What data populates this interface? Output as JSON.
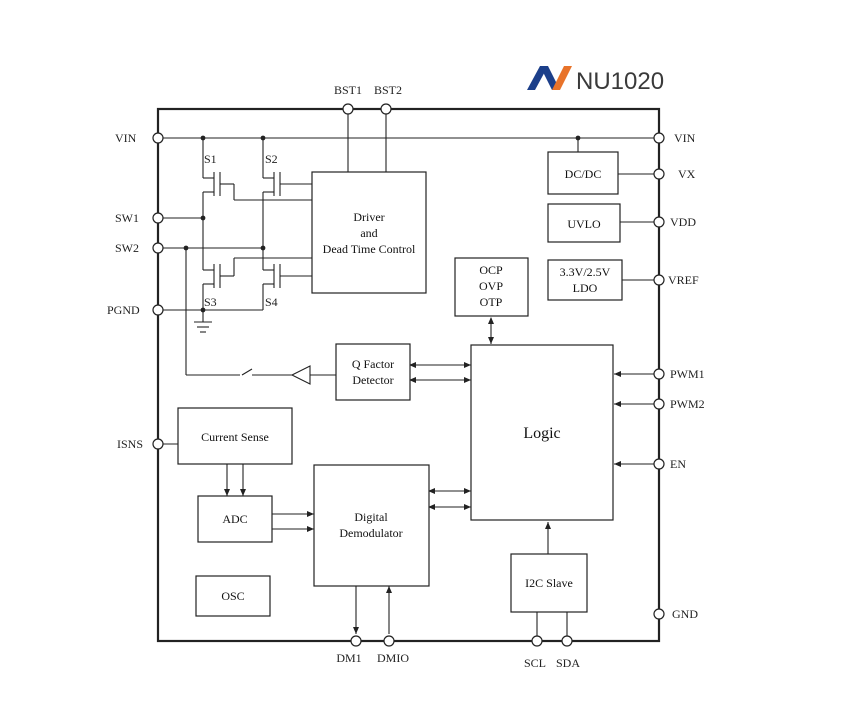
{
  "brand": {
    "chip_name": "NU1020",
    "logo_colors": [
      "#1c3f8a",
      "#e8732a"
    ]
  },
  "pins": {
    "vin_left": "VIN",
    "vin_right": "VIN",
    "vx": "VX",
    "vdd": "VDD",
    "vref": "VREF",
    "pwm1": "PWM1",
    "pwm2": "PWM2",
    "en": "EN",
    "gnd": "GND",
    "sw1": "SW1",
    "sw2": "SW2",
    "pgnd": "PGND",
    "isns": "ISNS",
    "bst1": "BST1",
    "bst2": "BST2",
    "dm1": "DM1",
    "dmio": "DMIO",
    "scl": "SCL",
    "sda": "SDA"
  },
  "switches": {
    "s1": "S1",
    "s2": "S2",
    "s3": "S3",
    "s4": "S4"
  },
  "blocks": {
    "driver": [
      "Driver",
      "and",
      "Dead Time Control"
    ],
    "dcdc": "DC/DC",
    "uvlo": "UVLO",
    "ldo": [
      "3.3V/2.5V",
      "LDO"
    ],
    "protection": [
      "OCP",
      "OVP",
      "OTP"
    ],
    "q_factor": [
      "Q Factor",
      "Detector"
    ],
    "logic": "Logic",
    "current_sense": "Current Sense",
    "adc": "ADC",
    "demod": [
      "Digital",
      "Demodulator"
    ],
    "osc": "OSC",
    "i2c": "I2C Slave"
  }
}
